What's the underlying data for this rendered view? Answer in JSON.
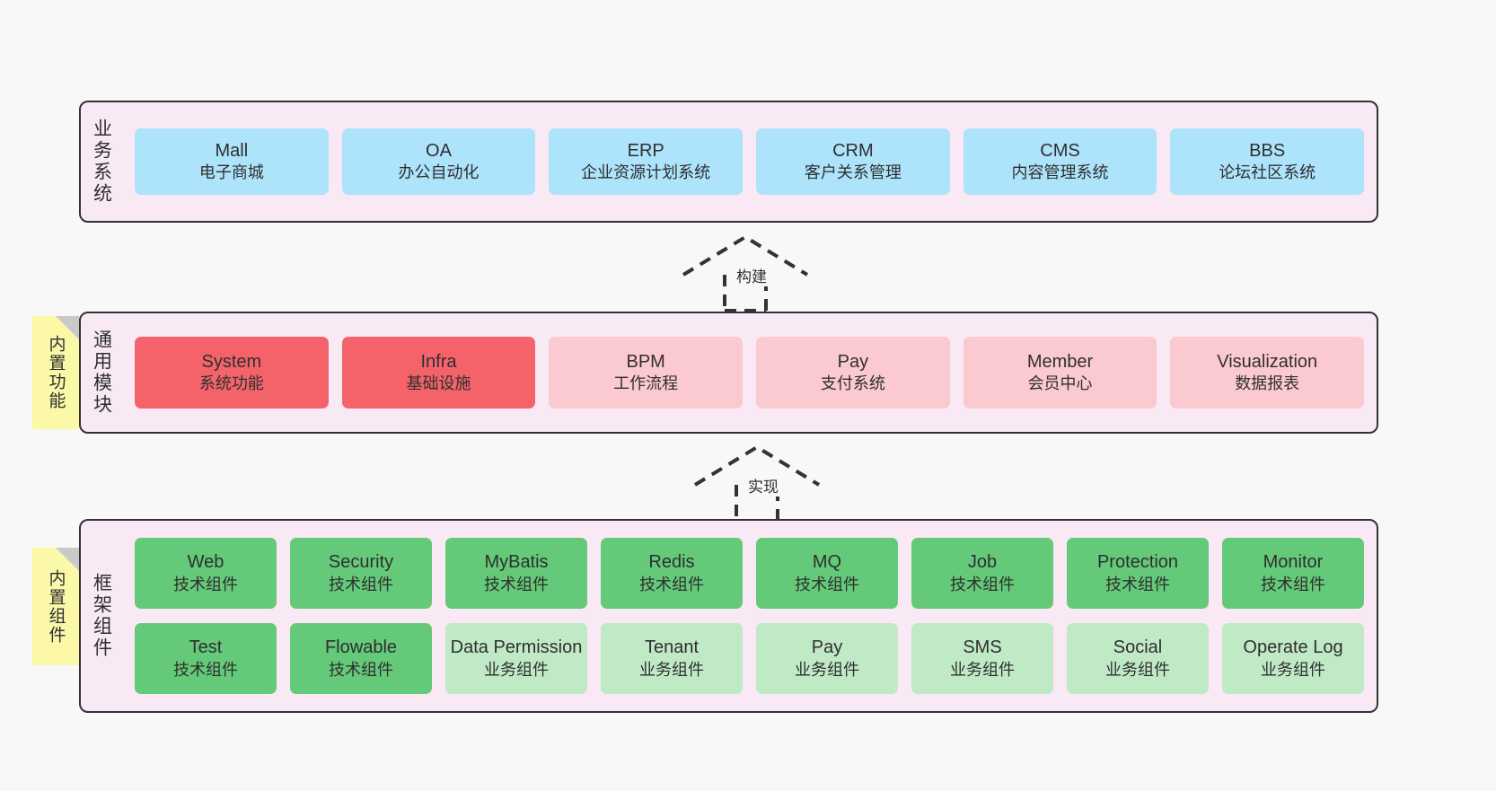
{
  "diagram": {
    "layers": [
      {
        "id": "business",
        "label": "业务系统",
        "rows": [
          {
            "cards": [
              {
                "title": "Mall",
                "subtitle": "电子商城",
                "color": "c-blue"
              },
              {
                "title": "OA",
                "subtitle": "办公自动化",
                "color": "c-blue"
              },
              {
                "title": "ERP",
                "subtitle": "企业资源计划系统",
                "color": "c-blue"
              },
              {
                "title": "CRM",
                "subtitle": "客户关系管理",
                "color": "c-blue"
              },
              {
                "title": "CMS",
                "subtitle": "内容管理系统",
                "color": "c-blue"
              },
              {
                "title": "BBS",
                "subtitle": "论坛社区系统",
                "color": "c-blue"
              }
            ]
          }
        ]
      },
      {
        "id": "modules",
        "label": "通用模块",
        "sticky": "内置功能",
        "rows": [
          {
            "cards": [
              {
                "title": "System",
                "subtitle": "系统功能",
                "color": "c-red"
              },
              {
                "title": "Infra",
                "subtitle": "基础设施",
                "color": "c-red"
              },
              {
                "title": "BPM",
                "subtitle": "工作流程",
                "color": "c-pink"
              },
              {
                "title": "Pay",
                "subtitle": "支付系统",
                "color": "c-pink"
              },
              {
                "title": "Member",
                "subtitle": "会员中心",
                "color": "c-pink"
              },
              {
                "title": "Visualization",
                "subtitle": "数据报表",
                "color": "c-pink"
              }
            ]
          }
        ]
      },
      {
        "id": "framework",
        "label": "框架组件",
        "sticky": "内置组件",
        "rows": [
          {
            "cards": [
              {
                "title": "Web",
                "subtitle": "技术组件",
                "color": "c-green"
              },
              {
                "title": "Security",
                "subtitle": "技术组件",
                "color": "c-green"
              },
              {
                "title": "MyBatis",
                "subtitle": "技术组件",
                "color": "c-green"
              },
              {
                "title": "Redis",
                "subtitle": "技术组件",
                "color": "c-green"
              },
              {
                "title": "MQ",
                "subtitle": "技术组件",
                "color": "c-green"
              },
              {
                "title": "Job",
                "subtitle": "技术组件",
                "color": "c-green"
              },
              {
                "title": "Protection",
                "subtitle": "技术组件",
                "color": "c-green"
              },
              {
                "title": "Monitor",
                "subtitle": "技术组件",
                "color": "c-green"
              }
            ]
          },
          {
            "cards": [
              {
                "title": "Test",
                "subtitle": "技术组件",
                "color": "c-green"
              },
              {
                "title": "Flowable",
                "subtitle": "技术组件",
                "color": "c-green"
              },
              {
                "title": "Data Permission",
                "subtitle": "业务组件",
                "color": "c-lightgreen"
              },
              {
                "title": "Tenant",
                "subtitle": "业务组件",
                "color": "c-lightgreen"
              },
              {
                "title": "Pay",
                "subtitle": "业务组件",
                "color": "c-lightgreen"
              },
              {
                "title": "SMS",
                "subtitle": "业务组件",
                "color": "c-lightgreen"
              },
              {
                "title": "Social",
                "subtitle": "业务组件",
                "color": "c-lightgreen"
              },
              {
                "title": "Operate Log",
                "subtitle": "业务组件",
                "color": "c-lightgreen"
              }
            ]
          }
        ]
      }
    ],
    "connectors": [
      {
        "id": "build",
        "label": "构建"
      },
      {
        "id": "implement",
        "label": "实现"
      }
    ],
    "colors": {
      "layer_background": "#f9e9f4",
      "layer_border": "#333333",
      "business_card": "#ade3fb",
      "module_highlight": "#f4636a",
      "module_normal": "#fbc9d0",
      "tech_component": "#64ca79",
      "business_component": "#c0e9c6",
      "sticky_note": "#fbf8a8",
      "canvas": "#f8f8f8"
    }
  }
}
